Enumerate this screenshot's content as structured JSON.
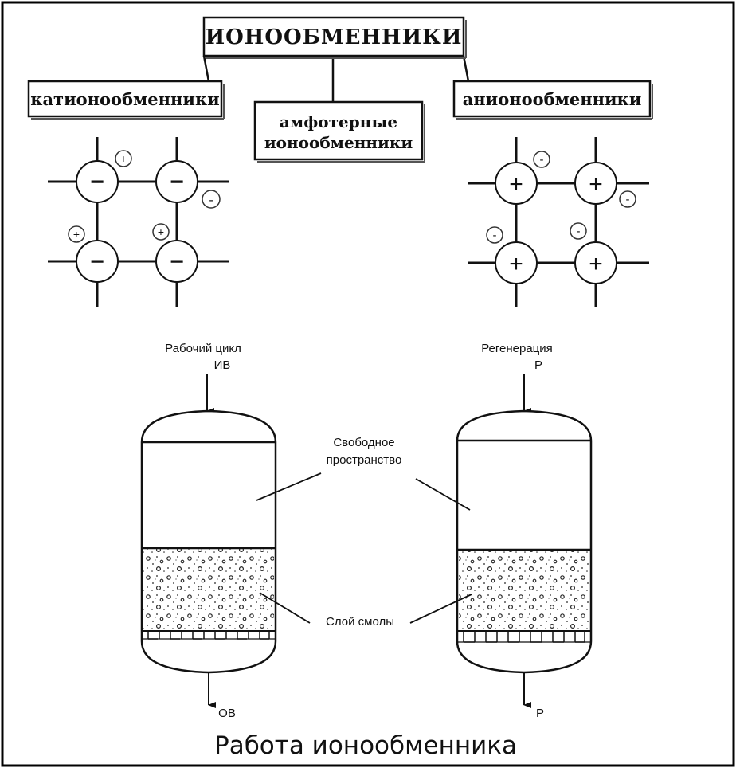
{
  "hierarchy": {
    "root": "ИОНООБМЕННИКИ",
    "cation": "катионообменники",
    "amphoteric_line1": "амфотерные",
    "amphoteric_line2": "ионообменники",
    "anion": "анионообменники"
  },
  "lattice_cation": {
    "fixed_charge": "−",
    "counter_plus": "+",
    "counter_minus": "-"
  },
  "lattice_anion": {
    "fixed_charge": "+",
    "counter_minus": "-"
  },
  "column_left": {
    "inlet_label": "Рабочий цикл",
    "inlet_code": "ИВ",
    "outlet_code": "ОВ"
  },
  "column_right": {
    "inlet_label": "Регенерация",
    "inlet_code": "Р",
    "outlet_code": "Р"
  },
  "annotations": {
    "free_space_line1": "Свободное",
    "free_space_line2": "пространство",
    "resin_layer": "Слой смолы"
  },
  "caption": "Работа ионообменника",
  "colors": {
    "ink": "#111111",
    "frame": "#000000",
    "background": "#ffffff"
  }
}
